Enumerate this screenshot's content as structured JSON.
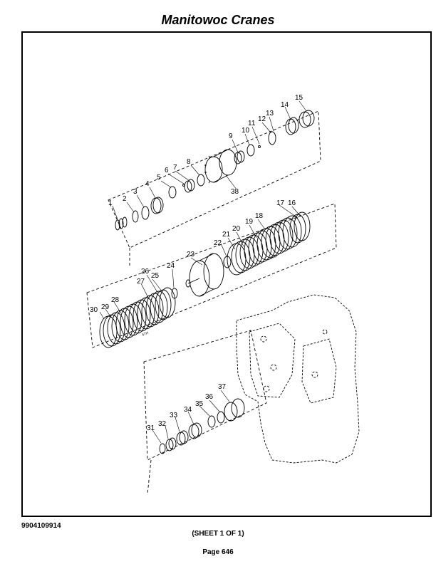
{
  "header": {
    "title": "Manitowoc Cranes"
  },
  "footer": {
    "document_number": "9904109914",
    "sheet": "(SHEET 1 OF 1)",
    "page": "Page 646"
  },
  "diagram": {
    "part_numbers": [
      "1",
      "2",
      "3",
      "4",
      "5",
      "6",
      "7",
      "8",
      "9",
      "10",
      "11",
      "12",
      "13",
      "14",
      "15",
      "16",
      "17",
      "18",
      "19",
      "20",
      "21",
      "22",
      "23",
      "24",
      "25",
      "26",
      "27",
      "28",
      "29",
      "30",
      "31",
      "32",
      "33",
      "34",
      "35",
      "36",
      "37",
      "38"
    ],
    "pack_labels": {
      "third": "3RD",
      "fourth": "4TH"
    }
  }
}
